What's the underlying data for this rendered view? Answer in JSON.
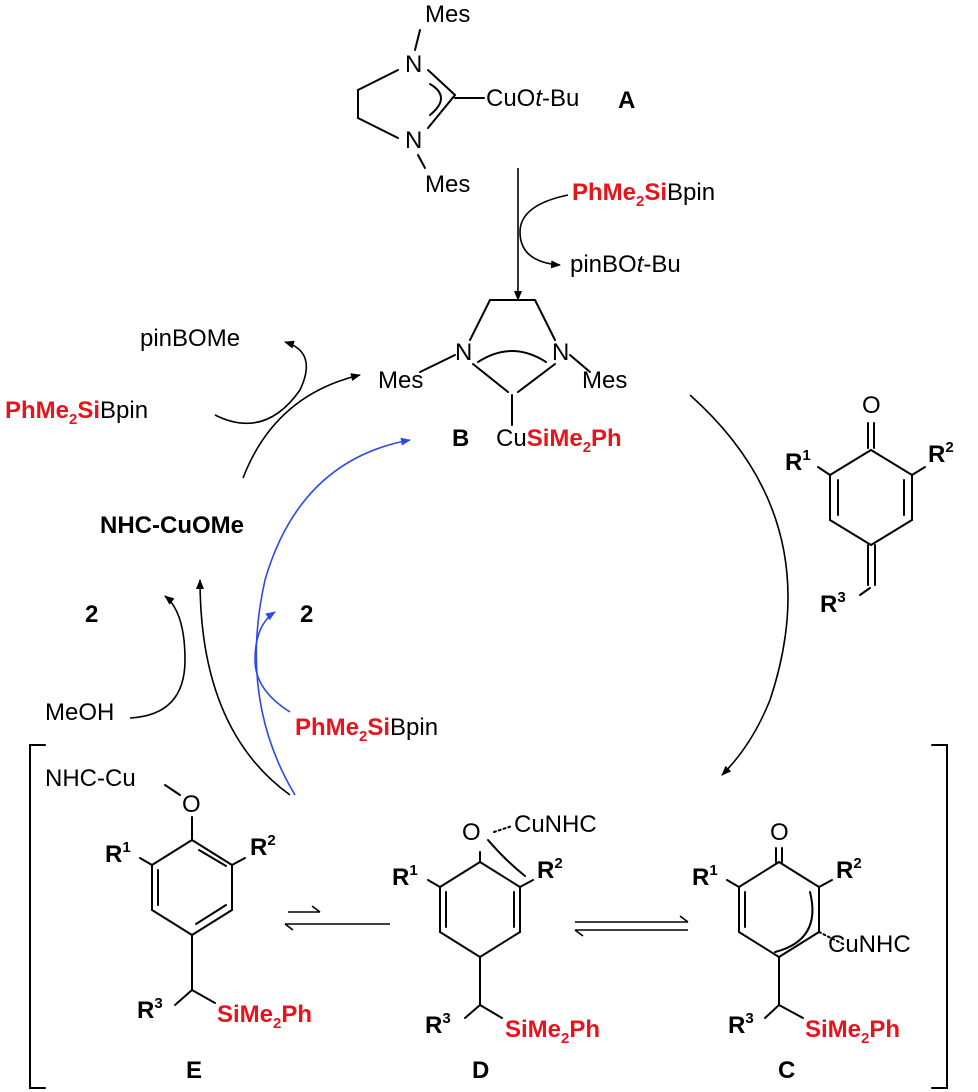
{
  "colors": {
    "reagent_red": "#e8141c",
    "path_blue": "#2b4be6",
    "ink": "#000000"
  },
  "compounds": {
    "A": {
      "id": "A",
      "substituent": "CuOt-Bu",
      "nitrogen_sub": "Mes",
      "N": "N"
    },
    "B": {
      "id": "B",
      "cu": "Cu",
      "si_group": "SiMe2Ph",
      "nitrogen_sub": "Mes",
      "N": "N"
    },
    "C": {
      "id": "C",
      "cu_group": "CuNHC",
      "si_group": "SiMe2Ph"
    },
    "D": {
      "id": "D",
      "cu_group": "CuNHC",
      "si_group": "SiMe2Ph"
    },
    "E": {
      "id": "E",
      "cu_group": "NHC-Cu",
      "si_group": "SiMe2Ph"
    },
    "substrate": {
      "oxygen": "O"
    }
  },
  "substituents": {
    "R1": "R",
    "R1_sup": "1",
    "R2": "R",
    "R2_sup": "2",
    "R3": "R",
    "R3_sup": "3",
    "O": "O"
  },
  "reagents": {
    "silylborane": "PhMe2SiBpin",
    "silylborane_parts": {
      "red": "PhMe",
      "sub": "2",
      "red2": "Si",
      "black": "Bpin"
    },
    "byproduct_top": "pinBOt-Bu",
    "byproduct_left": "pinBOMe",
    "methanol": "MeOH",
    "nhc_cuome": "NHC-CuOMe",
    "product": "2"
  }
}
